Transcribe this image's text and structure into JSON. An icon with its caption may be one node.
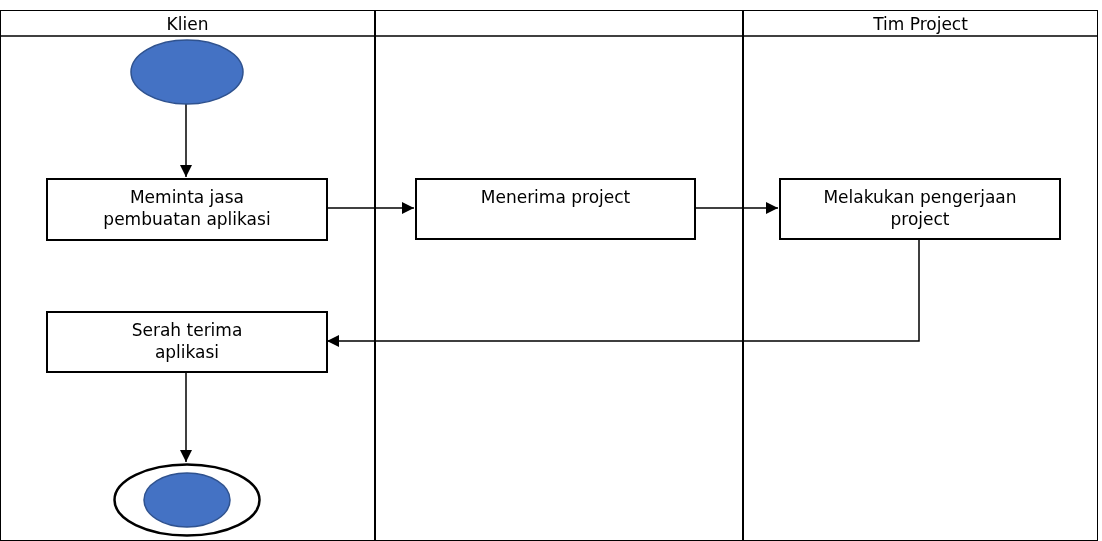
{
  "diagram": {
    "nodes": [
      {
        "text": [
          "Klien"
        ]
      },
      {
        "text": [],
        "shape": "box"
      },
      {
        "text": [
          "Tim Project"
        ]
      },
      {
        "text": [],
        "shape": "circle",
        "in": 0
      },
      {
        "text": [
          "Meminta jasa pembuatan aplikasi"
        ],
        "in": 0
      },
      {
        "text": [
          "Menerima project"
        ],
        "in": 1
      },
      {
        "text": [
          "Melakukan pengerjaan project"
        ],
        "in": 2
      },
      {
        "text": [
          "Serah terima aplikasi"
        ],
        "in": 0
      },
      {
        "text": [],
        "shape": "bullseye",
        "in": 0
      }
    ],
    "edges": [
      {
        "from": 3,
        "to": 4,
        "arrow": "to"
      },
      {
        "from": 4,
        "to": 5,
        "arrow": "to"
      },
      {
        "from": 5,
        "to": 6,
        "arrow": "to"
      },
      {
        "from": 6,
        "to": 7,
        "arrow": "to"
      },
      {
        "from": 7,
        "to": 8,
        "arrow": "to"
      }
    ]
  }
}
